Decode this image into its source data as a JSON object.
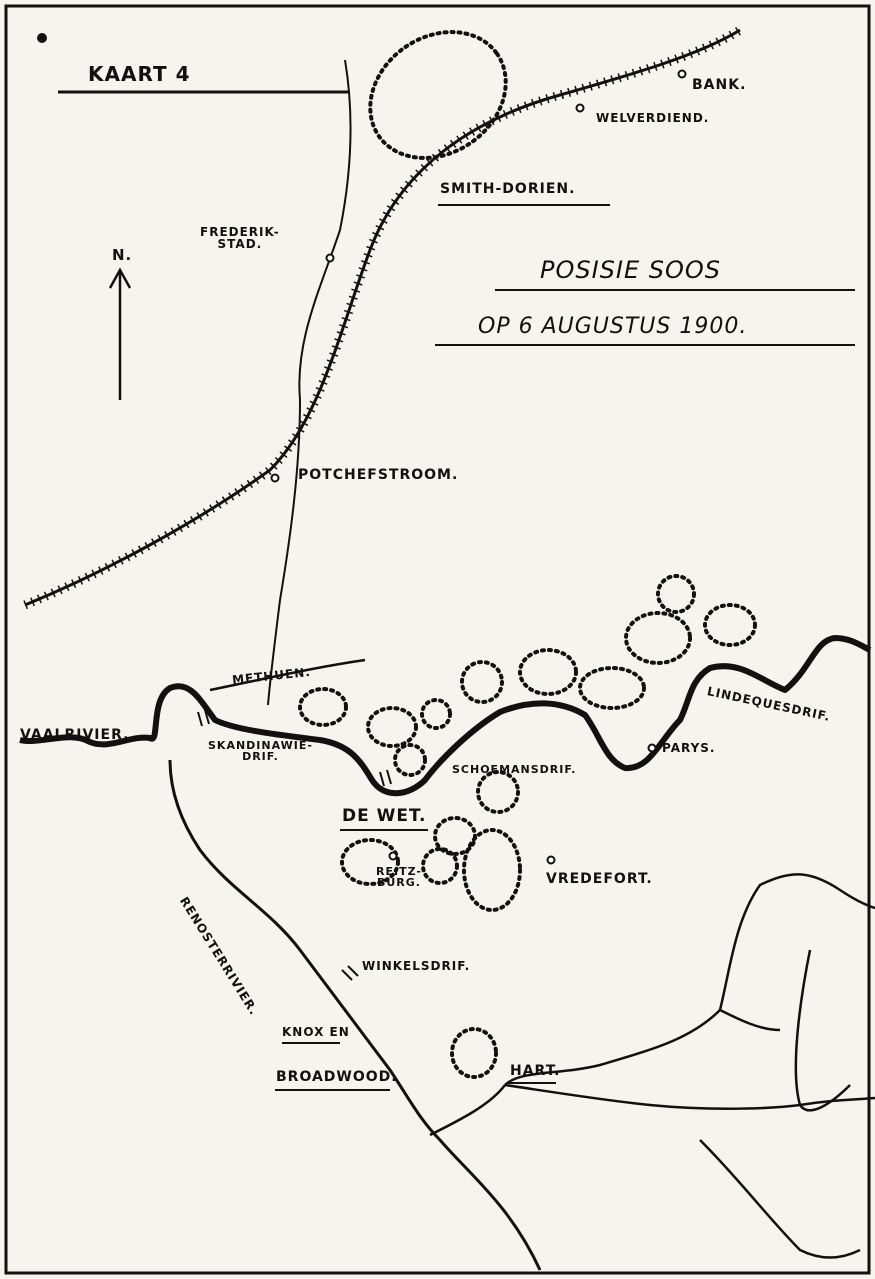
{
  "map_title": "KAART 4",
  "subtitle_line1": "POSISIE SOOS",
  "subtitle_line2": "OP 6 AUGUSTUS 1900.",
  "north": "N.",
  "colors": {
    "ink": "#111111",
    "paper": "#f6f4ee"
  },
  "places": {
    "bank": "BANK.",
    "welverdiend": "WELVERDIEND.",
    "frederikstad": "FREDERIK-\nSTAD.",
    "potchefstroom": "POTCHEFSTROOM.",
    "parys": "PARYS.",
    "vredefort": "VREDEFORT.",
    "reitzburg": "REITZ-\nBURG."
  },
  "drifts": {
    "lindeques": "LINDEQUESDRIF.",
    "scandinavie": "SKANDINAWIË-\nDRIF.",
    "schoemans": "SCHOEMANSDRIF.",
    "winkels": "WINKELSDRIF."
  },
  "rivers": {
    "vaal": "VAALRIVIER.",
    "rhenoster": "RENOSTERRIVIER."
  },
  "forces": {
    "smith_dorrien": "SMITH-DORIEN.",
    "methuen": "METHUEN.",
    "de_wet": "DE WET.",
    "knox": "KNOX EN",
    "broadwood": "BROADWOOD.",
    "hart": "HART."
  }
}
